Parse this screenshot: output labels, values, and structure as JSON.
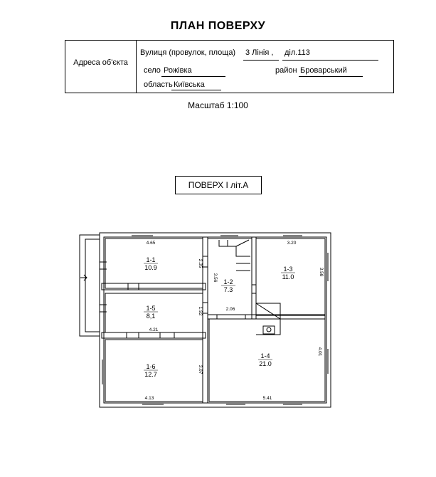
{
  "title": "ПЛАН ПОВЕРХУ",
  "address": {
    "label": "Адреса об'єкта",
    "street_label": "Вулиця (провулок, площа)",
    "street_value": "3 Лінія ,",
    "plot_value": "діл.113",
    "village_label": "село",
    "village_value": "Рожівка",
    "district_label": "район",
    "district_value": "Броварський",
    "region_label": "область",
    "region_value": "Київська"
  },
  "scale": "Масштаб 1:100",
  "floor_label": "ПОВЕРХ  І літ.А",
  "rooms": [
    {
      "id": "1-1",
      "area": "10.9"
    },
    {
      "id": "1-2",
      "area": "7.3"
    },
    {
      "id": "1-3",
      "area": "11.0"
    },
    {
      "id": "1-4",
      "area": "21.0"
    },
    {
      "id": "1-5",
      "area": "8,1"
    },
    {
      "id": "1-6",
      "area": "12.7"
    }
  ],
  "dimensions": {
    "r11_width": "4.65",
    "r11_height": "2.35",
    "r12_height": "3.56",
    "r12_width": "2.06",
    "r13_width": "3.20",
    "r13_height": "3.58",
    "r14_height": "4.01",
    "r14_width": "5.41",
    "r15_height": "1.92",
    "r15_width": "4.21",
    "r16_height": "3.07",
    "r16_width": "4.13"
  }
}
